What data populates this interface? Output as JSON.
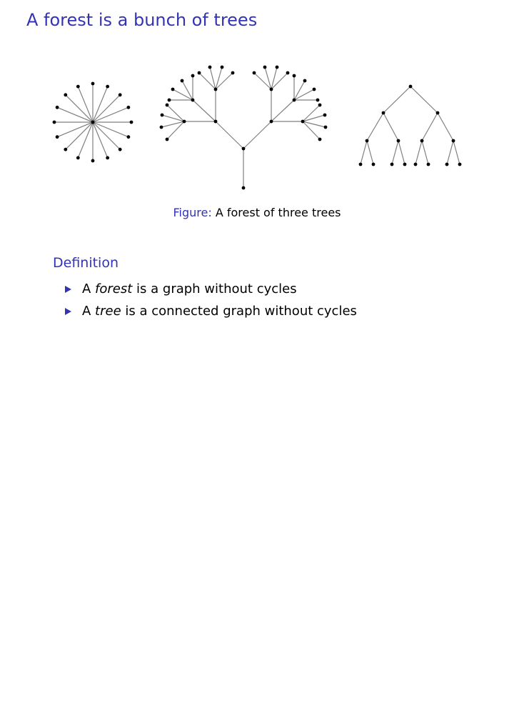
{
  "slide": {
    "title": "A forest is a bunch of trees"
  },
  "figure": {
    "caption_label": "Figure:",
    "caption_text": "A forest of three trees",
    "edge_color": "#7f7f7f",
    "node_color": "#000000"
  },
  "definition": {
    "title": "Definition",
    "items": [
      {
        "prefix": "A ",
        "term": "forest",
        "suffix": " is a graph without cycles"
      },
      {
        "prefix": "A ",
        "term": "tree",
        "suffix": " is a connected graph without cycles"
      }
    ]
  },
  "colors": {
    "accent": "#3333b3"
  }
}
